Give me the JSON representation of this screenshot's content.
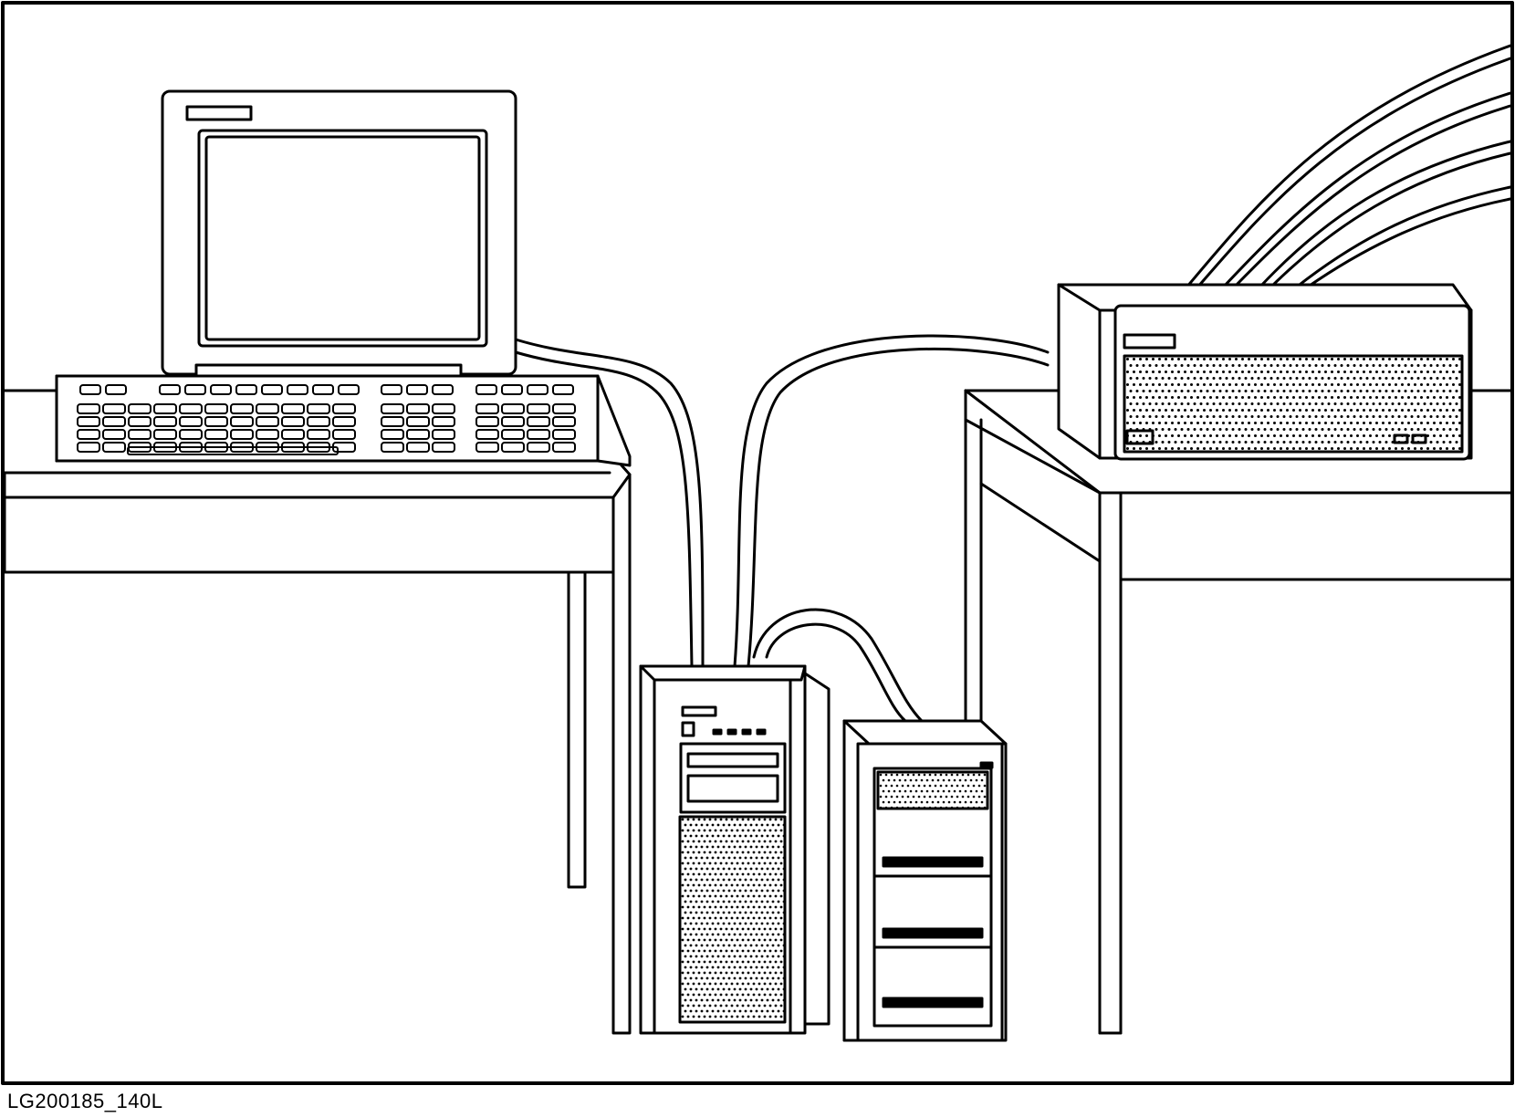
{
  "figure": {
    "caption": "LG200185_140L",
    "colors": {
      "ink": "#000000",
      "paper": "#ffffff"
    },
    "components": [
      "monitor",
      "keyboard",
      "desk-left",
      "desk-right",
      "tower-server",
      "expansion-cabinet",
      "rack-device",
      "cables"
    ]
  }
}
